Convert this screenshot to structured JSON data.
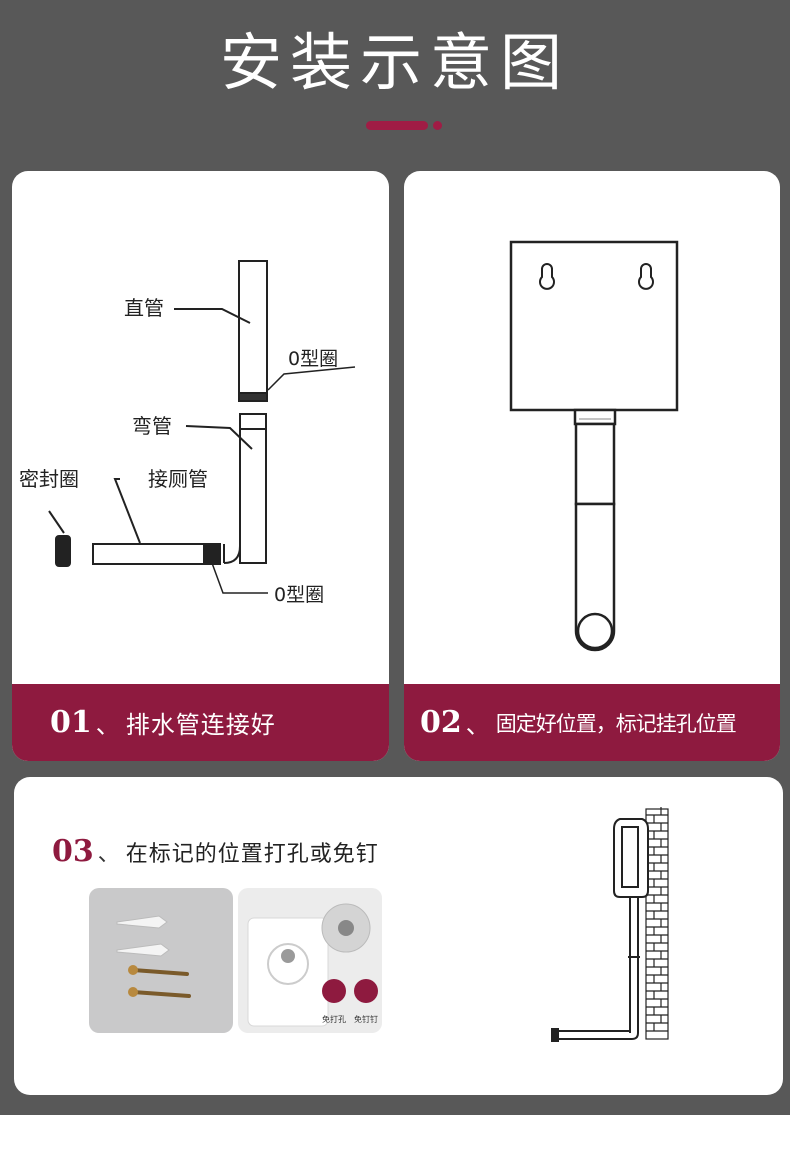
{
  "title": "安装示意图",
  "colors": {
    "accent": "#8e1a3f",
    "background": "#585858"
  },
  "step1": {
    "number": "01",
    "separator": "、",
    "caption": "排水管连接好",
    "labels": {
      "straight_pipe": "直管",
      "o_ring_top": "0型圈",
      "bent_pipe": "弯管",
      "seal_ring": "密封圈",
      "toilet_pipe": "接厕管",
      "o_ring_bottom": "0型圈"
    }
  },
  "step2": {
    "number": "02",
    "separator": "、",
    "caption": "固定好位置，标记挂孔位置"
  },
  "step3": {
    "number": "03",
    "separator": "、",
    "caption": "在标记的位置打孔或免钉",
    "photo_labels": {
      "drill": "免打孔",
      "nail": "免钉钉"
    }
  }
}
